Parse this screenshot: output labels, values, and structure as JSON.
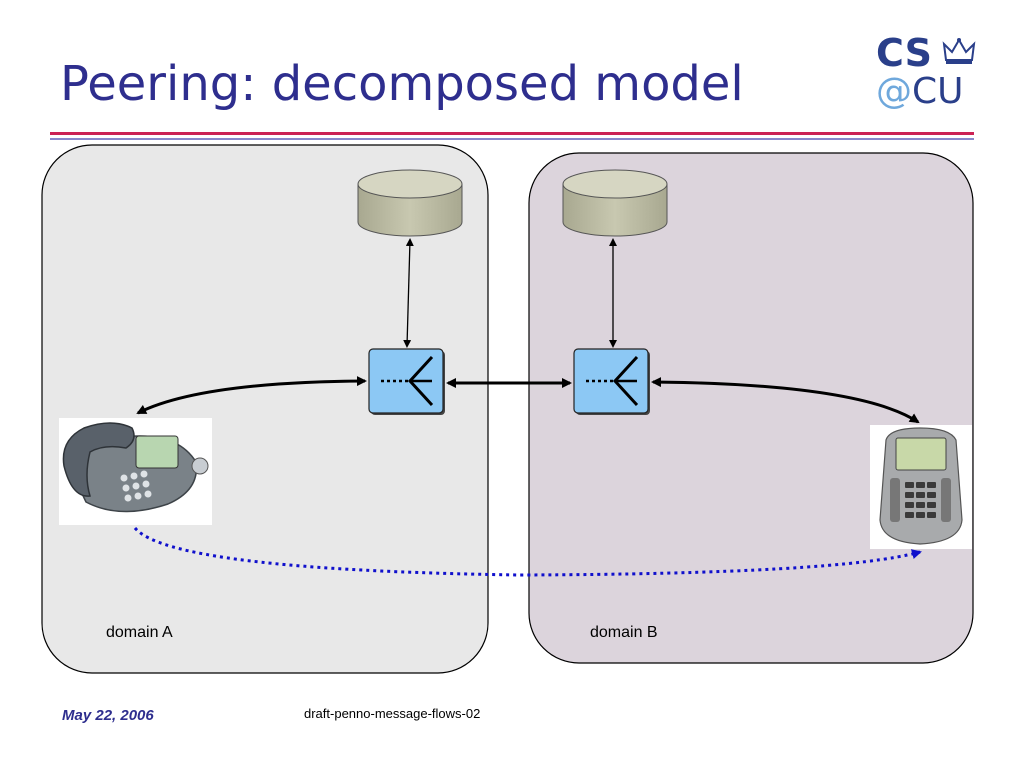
{
  "slide": {
    "title": "Peering: decomposed model",
    "logo_cs": "CS",
    "logo_at": "@",
    "logo_cu": "CU"
  },
  "domains": [
    {
      "label": "domain A",
      "fill": "#e8e8e8"
    },
    {
      "label": "domain B",
      "fill": "#dcd4dc"
    }
  ],
  "colors": {
    "title": "#2e2e8e",
    "database": "#bfbfa4",
    "proxy": "#8cc8f4",
    "signaling_arrow": "#000000",
    "media_path": "#1010cc",
    "rule_red": "#cc2255"
  },
  "icons": {
    "proxy": "sip-proxy-icon",
    "database": "database-icon",
    "phone_a": "desk-phone-icon",
    "phone_b": "softphone-icon"
  },
  "footer": {
    "date": "May 22, 2006",
    "draft": "draft-penno-message-flows-02"
  }
}
